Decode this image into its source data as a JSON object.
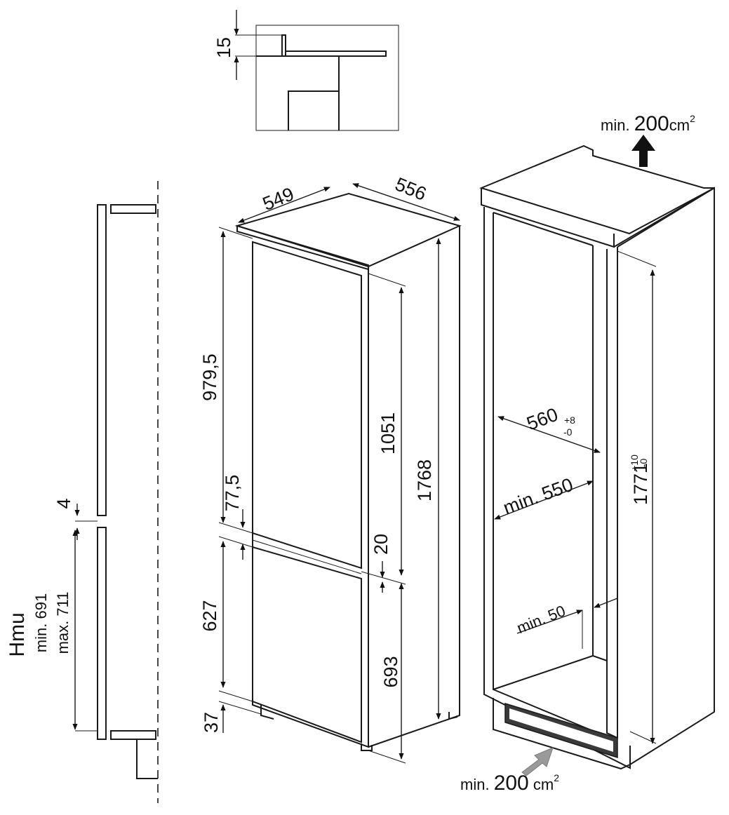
{
  "colors": {
    "line": "#1a1a1a",
    "arrow_fill": "#111111",
    "airflow_arrow": "#9a9a9a",
    "grille": "#3a3a3a"
  },
  "detail": {
    "gap_label": "15"
  },
  "side_profile": {
    "gap_label": "4",
    "hmu_label": "Hmu",
    "hmu_min": "min. 691",
    "hmu_max": "max. 711"
  },
  "appliance": {
    "width_label": "549",
    "depth_label": "556",
    "top_door_label": "979,5",
    "gap_top_label": "77,5",
    "top_section_label": "1051",
    "total_height_label": "1768",
    "mid_gap_label": "20",
    "bottom_door_label": "627",
    "bottom_section_label": "693",
    "foot_label": "37"
  },
  "niche": {
    "top_vent": {
      "prefix": "min.",
      "value": "200",
      "unit": "cm",
      "exp": "2"
    },
    "bottom_vent": {
      "prefix": "min.",
      "value": "200",
      "unit": "cm",
      "exp": "2"
    },
    "width": {
      "value": "560",
      "tol_plus": "+8",
      "tol_minus": "-0"
    },
    "depth_label": "min. 550",
    "vent_gap_label": "min. 50",
    "height": {
      "value": "1771",
      "tol_plus": "+10",
      "tol_minus": "-0"
    }
  }
}
